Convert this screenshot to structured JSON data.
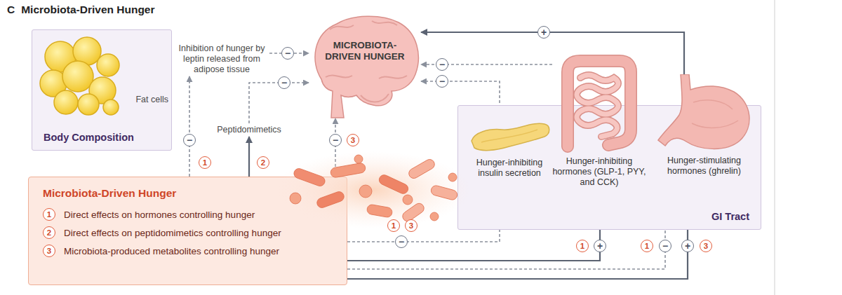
{
  "diagram": {
    "title": "Microbiota-Driven Hunger",
    "nodes": [
      {
        "text": [
          "Body Composition"
        ]
      },
      {
        "text": [
          "Fat cells"
        ],
        "in": 0
      },
      {
        "text": [
          "Inhibition of hunger by leptin released from adipose tissue"
        ]
      },
      {
        "text": [
          "MICROBIOTA-DRIVEN HUNGER"
        ]
      },
      {
        "text": [
          "Peptidomimetics"
        ]
      },
      {
        "text": [
          "GI Tract"
        ]
      },
      {
        "text": [
          "Hunger-inhibiting insulin secretion"
        ],
        "in": 5
      },
      {
        "text": [
          "Hunger-inhibiting hormones (GLP-1, PYY, and CCK)"
        ],
        "in": 5
      },
      {
        "text": [
          "Hunger-stimulating hormones (ghrelin)"
        ],
        "in": 5
      },
      {
        "text": [
          "Microbiota-Driven Hunger",
          "1",
          "Direct effects on hormones controlling hunger",
          "2",
          "Direct effects on peptidomimetics controlling hunger",
          "3",
          "Microbiota-produced metabolites controlling hunger"
        ]
      }
    ],
    "edges": [
      {
        "from": 9,
        "to": 2,
        "arrow": "to"
      },
      {
        "from": 2,
        "to": 3,
        "arrow": "to"
      },
      {
        "from": 9,
        "to": 4,
        "arrow": "to"
      },
      {
        "from": 4,
        "to": 3,
        "arrow": "to"
      },
      {
        "from": 9,
        "to": 3,
        "arrow": "to"
      },
      {
        "from": 9,
        "to": 6,
        "arrow": "to"
      },
      {
        "from": 9,
        "to": 7,
        "arrow": "to"
      },
      {
        "from": 9,
        "to": 8,
        "arrow": "to"
      },
      {
        "from": 9,
        "to": 8,
        "arrow": "to"
      },
      {
        "from": 6,
        "to": 3,
        "arrow": "to"
      },
      {
        "from": 7,
        "to": 3,
        "arrow": "to"
      },
      {
        "from": 8,
        "to": 3,
        "arrow": "to"
      }
    ],
    "labels": [
      "C",
      "−",
      "−",
      "−",
      "−",
      "+",
      "−",
      "1",
      "2",
      "−",
      "3",
      "1",
      "3",
      "−",
      "1",
      "+",
      "1",
      "−",
      "+",
      "3"
    ]
  }
}
